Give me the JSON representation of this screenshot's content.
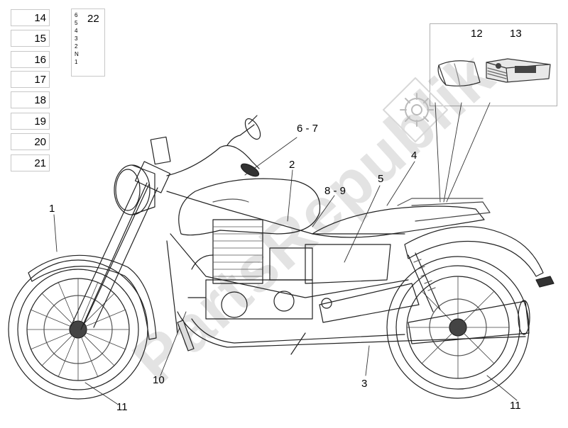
{
  "sticker_boxes": [
    "14",
    "15",
    "16",
    "17",
    "18",
    "19",
    "20",
    "21"
  ],
  "gear_indicator": {
    "gears": [
      "6",
      "5",
      "4",
      "3",
      "2",
      "N",
      "1"
    ],
    "part": "22"
  },
  "kit_labels": {
    "manual_pouch": "12",
    "manual_book": "13"
  },
  "callouts": {
    "c1": "1",
    "c2": "2",
    "c3": "3",
    "c4": "4",
    "c5": "5",
    "c67": "6 - 7",
    "c89": "8 - 9",
    "c10": "10",
    "c11a": "11",
    "c11b": "11"
  },
  "watermark": "PartsRepublik",
  "colors": {
    "line": "#222222",
    "box_border": "#c8c8c8",
    "watermark": "#000000"
  }
}
